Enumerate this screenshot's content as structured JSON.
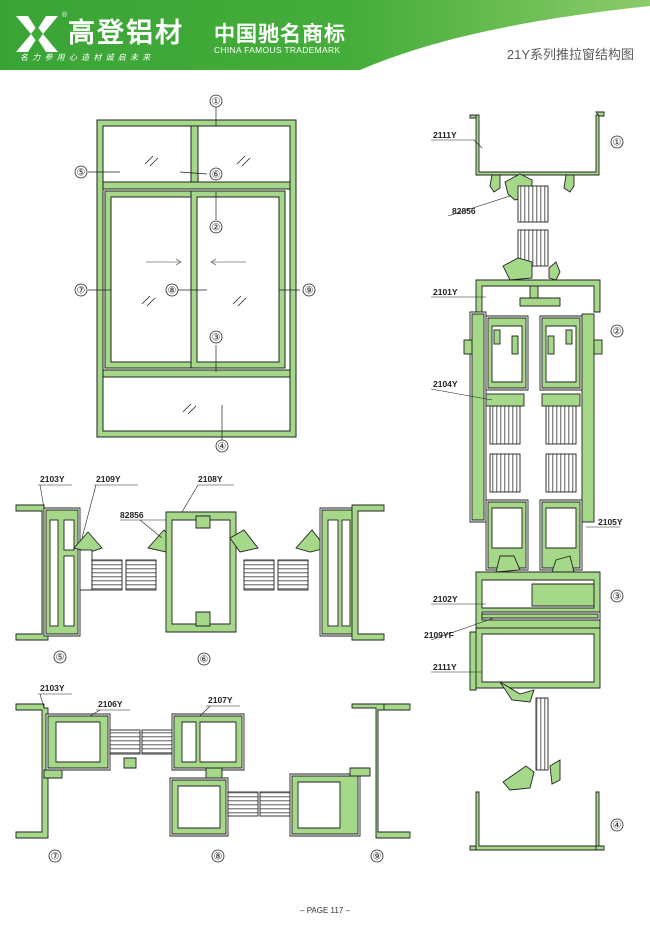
{
  "header": {
    "brand": "高登铝材",
    "registered": "®",
    "slogan": "名 力 参    用 心 造 材    诚 启 未 来",
    "trademark_cn": "中国驰名商标",
    "trademark_en": "CHINA FAMOUS TRADEMARK",
    "page_heading": "21Y系列推拉窗结构图"
  },
  "window_callouts": [
    "①",
    "②",
    "③",
    "④",
    "⑤",
    "⑥",
    "⑦",
    "⑧",
    "⑨"
  ],
  "profiles": {
    "p2111Y": "2111Y",
    "p82856": "82856",
    "p2101Y": "2101Y",
    "p2104Y": "2104Y",
    "p2105Y": "2105Y",
    "p2102Y": "2102Y",
    "p2109YF": "2109YF",
    "p2103Y": "2103Y",
    "p2109Y": "2109Y",
    "p2108Y": "2108Y",
    "p2106Y": "2106Y",
    "p2107Y": "2107Y"
  },
  "footer": {
    "page": "– PAGE 117 –"
  },
  "colors": {
    "header_green": "#3faa35",
    "profile_green": "#a6d889",
    "stroke": "#222222"
  }
}
